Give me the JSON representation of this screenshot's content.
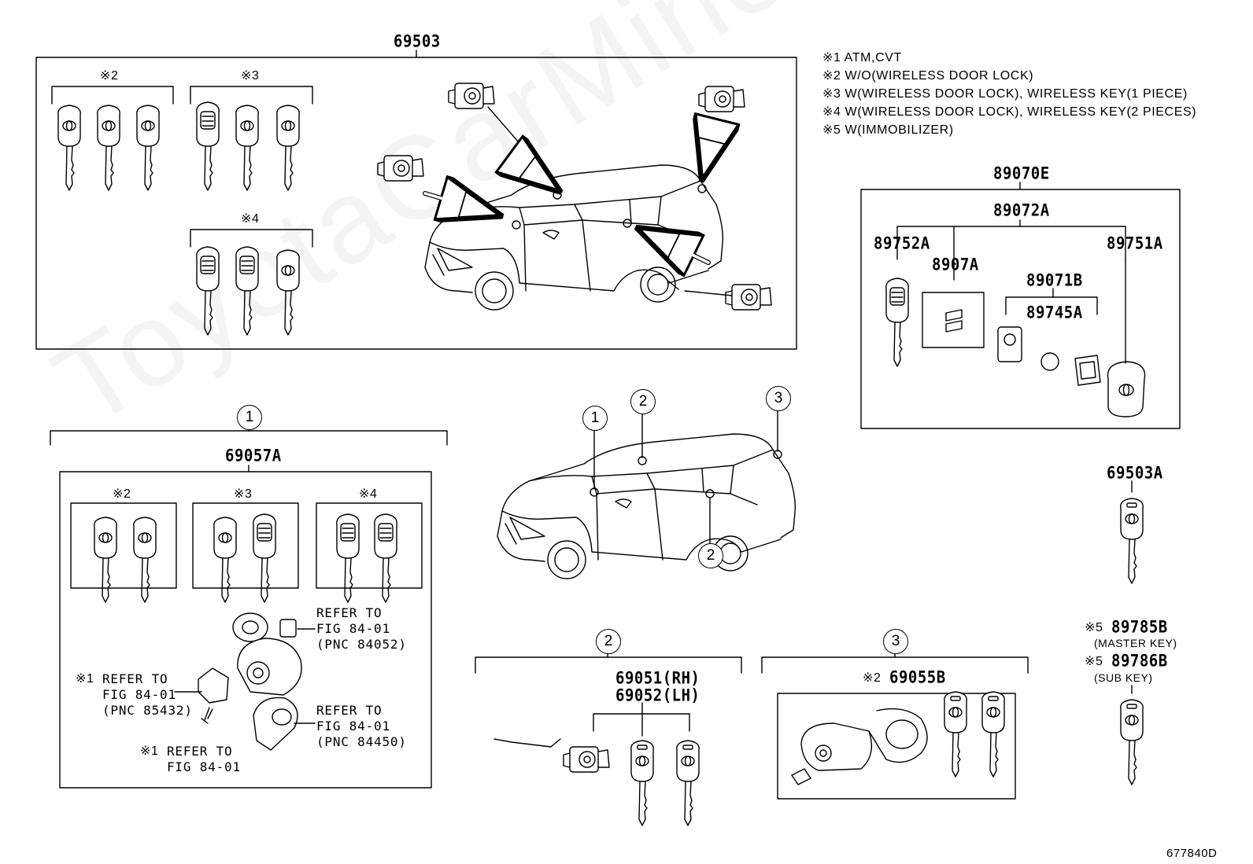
{
  "watermark": "ToyotaCarMine.ru",
  "figure_id": "677840D",
  "notes": [
    "※1 ATM,CVT",
    "※2 W/O(WIRELESS DOOR LOCK)",
    "※3 W(WIRELESS DOOR LOCK), WIRELESS KEY(1 PIECE)",
    "※4 W(WIRELESS DOOR LOCK), WIRELESS KEY(2 PIECES)",
    "※5 W(IMMOBILIZER)"
  ],
  "top_assembly": {
    "part_no": "69503",
    "groups": [
      "※2",
      "※3",
      "※4"
    ]
  },
  "transmitter": {
    "part_no": "89070E",
    "sub_part_no": "89072A",
    "parts": [
      "89752A",
      "8907A",
      "89071B",
      "89745A",
      "89751A"
    ]
  },
  "loose_keys": {
    "blank_key": "69503A",
    "master_mark": "※5",
    "master_part": "89785B",
    "master_label": "(MASTER KEY)",
    "sub_mark": "※5",
    "sub_part": "89786B",
    "sub_label": "(SUB KEY)"
  },
  "callouts": [
    "1",
    "2",
    "3"
  ],
  "ignition": {
    "callout": "1",
    "part_no": "69057A",
    "groups": [
      "※2",
      "※3",
      "※4"
    ],
    "refs": [
      {
        "mark": "",
        "lines": [
          "REFER TO",
          "FIG 84-01",
          "(PNC 84052)"
        ]
      },
      {
        "mark": "※1",
        "lines": [
          "REFER TO",
          "FIG 84-01",
          "(PNC 85432)"
        ]
      },
      {
        "mark": "",
        "lines": [
          "REFER TO",
          "FIG 84-01",
          "(PNC 84450)"
        ]
      },
      {
        "mark": "※1",
        "lines": [
          "REFER TO",
          "FIG 84-01"
        ]
      }
    ]
  },
  "door": {
    "callout": "2",
    "part_rh": "69051(RH)",
    "part_lh": "69052(LH)"
  },
  "back_door": {
    "callout": "3",
    "mark": "※2",
    "part_no": "69055B"
  }
}
